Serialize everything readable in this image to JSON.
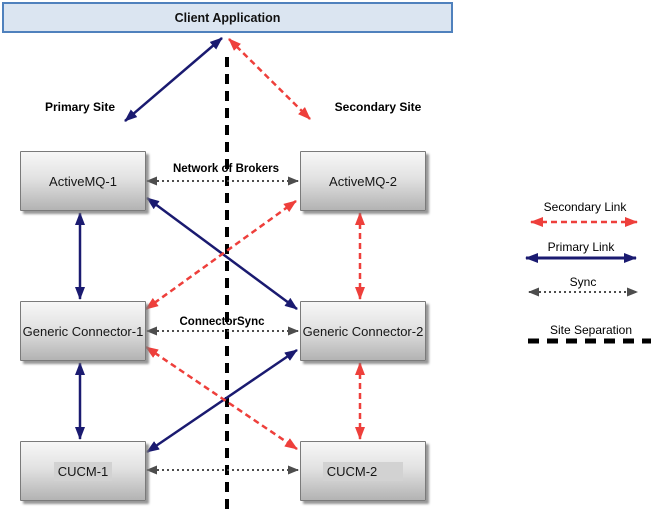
{
  "diagram": {
    "client_box": {
      "label": "Client Application"
    },
    "site_labels": {
      "primary": "Primary Site",
      "secondary": "Secondary Site"
    },
    "nodes": {
      "amq1": "ActiveMQ-1",
      "amq2": "ActiveMQ-2",
      "gc1": "Generic Connector-1",
      "gc2": "Generic Connector-2",
      "cucm1": "CUCM-1",
      "cucm2": "CUCM-2"
    },
    "link_labels": {
      "network_of_brokers": "Network of Brokers",
      "connector_sync": "ConnectorSync"
    }
  },
  "legend": {
    "items": [
      {
        "name": "secondary-link",
        "label": "Secondary Link",
        "style": "red-dashed"
      },
      {
        "name": "primary-link",
        "label": "Primary Link",
        "style": "navy-solid"
      },
      {
        "name": "sync",
        "label": "Sync",
        "style": "gray-dotted"
      },
      {
        "name": "site-separation",
        "label": "Site Separation",
        "style": "black-dashed"
      }
    ]
  },
  "colors": {
    "primary_link": "#1a1a70",
    "secondary_link": "#ee3f3b",
    "sync_link": "#4d4d4d",
    "separation": "#000000",
    "client_box_fill": "#dbe5f1",
    "client_box_border": "#4f81bd"
  }
}
